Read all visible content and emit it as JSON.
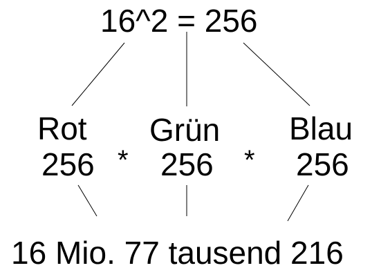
{
  "top": {
    "equation": "16^2 = 256"
  },
  "channels": [
    {
      "label": "Rot",
      "value": "256"
    },
    {
      "label": "Grün",
      "value": "256"
    },
    {
      "label": "Blau",
      "value": "256"
    }
  ],
  "operators": [
    "*",
    "*"
  ],
  "result": {
    "text": "16 Mio. 77 tausend 216"
  }
}
